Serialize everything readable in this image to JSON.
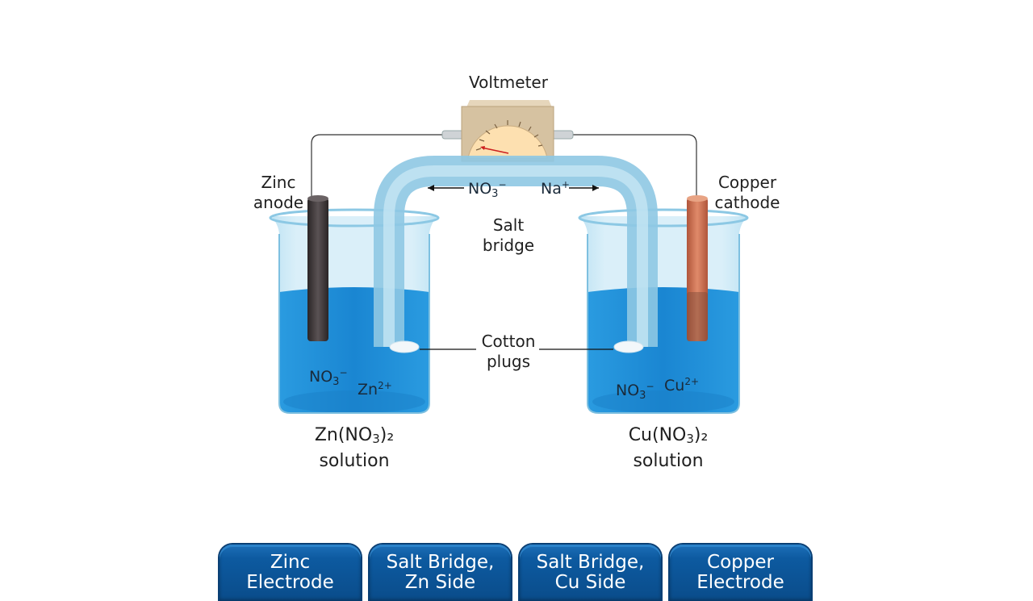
{
  "diagram": {
    "voltmeter_label": "Voltmeter",
    "anode_label": [
      "Zinc",
      "anode"
    ],
    "cathode_label": [
      "Copper",
      "cathode"
    ],
    "salt_bridge_label": [
      "Salt",
      "bridge"
    ],
    "cotton_plugs_label": [
      "Cotton",
      "plugs"
    ],
    "bridge_ions": {
      "left": {
        "base": "NO",
        "sub": "3",
        "sup": "−",
        "direction": "left"
      },
      "right": {
        "base": "Na",
        "sup": "+",
        "direction": "right"
      }
    },
    "left_beaker": {
      "ions": [
        {
          "base": "NO",
          "sub": "3",
          "sup": "−"
        },
        {
          "base": "Zn",
          "sup": "2+"
        }
      ],
      "solution": {
        "formula_a": "Zn(NO",
        "formula_sub": "3",
        "formula_b": ")₂",
        "word": "solution"
      }
    },
    "right_beaker": {
      "ions": [
        {
          "base": "NO",
          "sub": "3",
          "sup": "−"
        },
        {
          "base": "Cu",
          "sup": "2+"
        }
      ],
      "solution": {
        "formula_a": "Cu(NO",
        "formula_sub": "3",
        "formula_b": ")₂",
        "word": "solution"
      }
    },
    "colors": {
      "solution": "#1e90d8",
      "zinc": "#3b3536",
      "copper": "#c8694a",
      "bridge": "#9fd0e8",
      "meter_body": "#d9c5a5",
      "meter_face": "#fde0b0",
      "needle": "#cc1f1f"
    }
  },
  "buttons": [
    {
      "label": [
        "Zinc",
        "Electrode"
      ]
    },
    {
      "label": [
        "Salt Bridge,",
        "Zn Side"
      ]
    },
    {
      "label": [
        "Salt Bridge,",
        "Cu Side"
      ]
    },
    {
      "label": [
        "Copper",
        "Electrode"
      ]
    }
  ]
}
